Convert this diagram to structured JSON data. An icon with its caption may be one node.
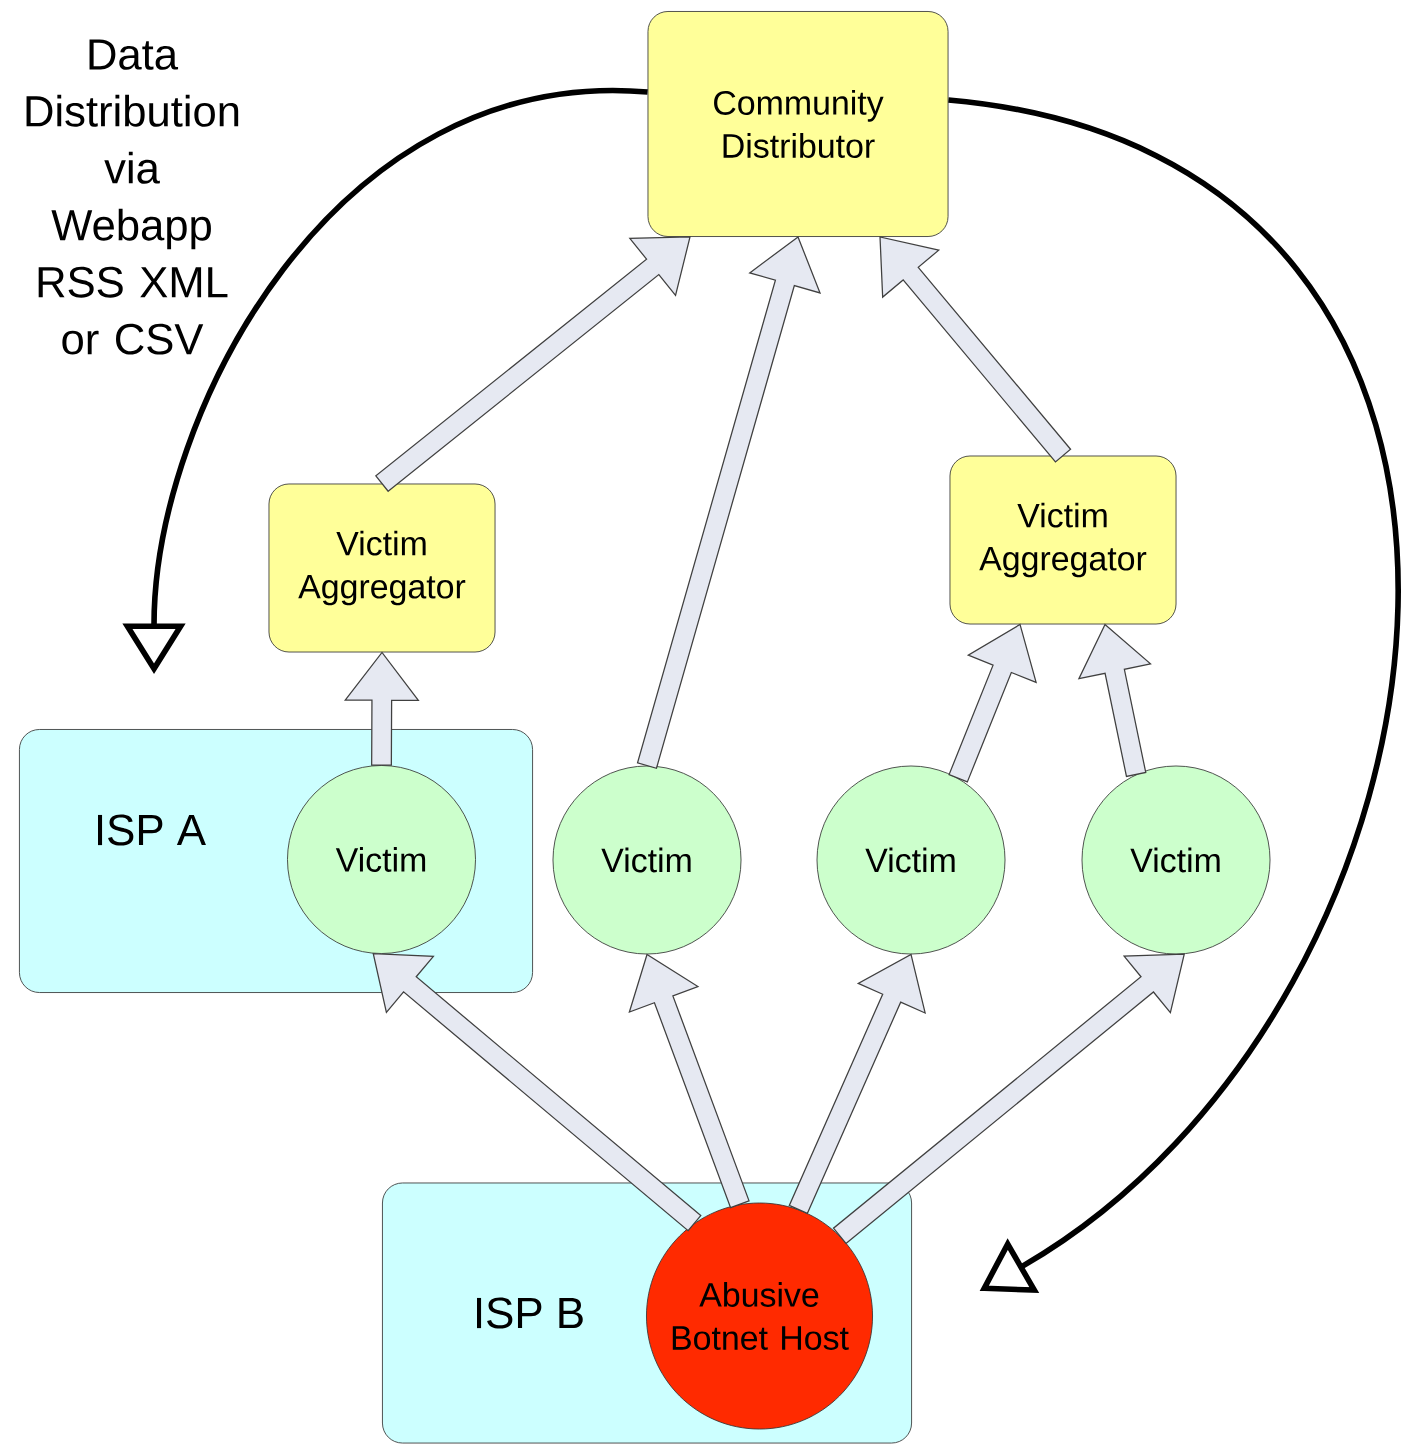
{
  "diagram": {
    "nodes": [
      {
        "text": [
          "Community Distributor"
        ]
      },
      {
        "text": [
          "Victim Aggregator"
        ]
      },
      {
        "text": [
          "Victim Aggregator"
        ]
      },
      {
        "text": [
          "ISP A"
        ]
      },
      {
        "text": [
          "Victim"
        ],
        "in": 3
      },
      {
        "text": [
          "Victim"
        ]
      },
      {
        "text": [
          "Victim"
        ]
      },
      {
        "text": [
          "Victim"
        ]
      },
      {
        "text": [
          "ISP B"
        ]
      },
      {
        "text": [
          "Abusive Botnet Host"
        ],
        "in": 8
      }
    ],
    "edges": [
      {
        "from": 4,
        "to": 1,
        "arrow": "to"
      },
      {
        "from": 1,
        "to": 0,
        "arrow": "to"
      },
      {
        "from": 5,
        "to": 0,
        "arrow": "to"
      },
      {
        "from": 2,
        "to": 0,
        "arrow": "to"
      },
      {
        "from": 6,
        "to": 2,
        "arrow": "to"
      },
      {
        "from": 7,
        "to": 2,
        "arrow": "to"
      },
      {
        "from": 9,
        "to": 4,
        "arrow": "to"
      },
      {
        "from": 9,
        "to": 5,
        "arrow": "to"
      },
      {
        "from": 9,
        "to": 6,
        "arrow": "to"
      },
      {
        "from": 9,
        "to": 7,
        "arrow": "to"
      },
      {
        "from": 0,
        "to": 3,
        "arrow": "to"
      },
      {
        "from": 0,
        "to": 8,
        "arrow": "to"
      }
    ],
    "labels": [
      "Data Distribution via Webapp RSS XML or CSV"
    ]
  }
}
